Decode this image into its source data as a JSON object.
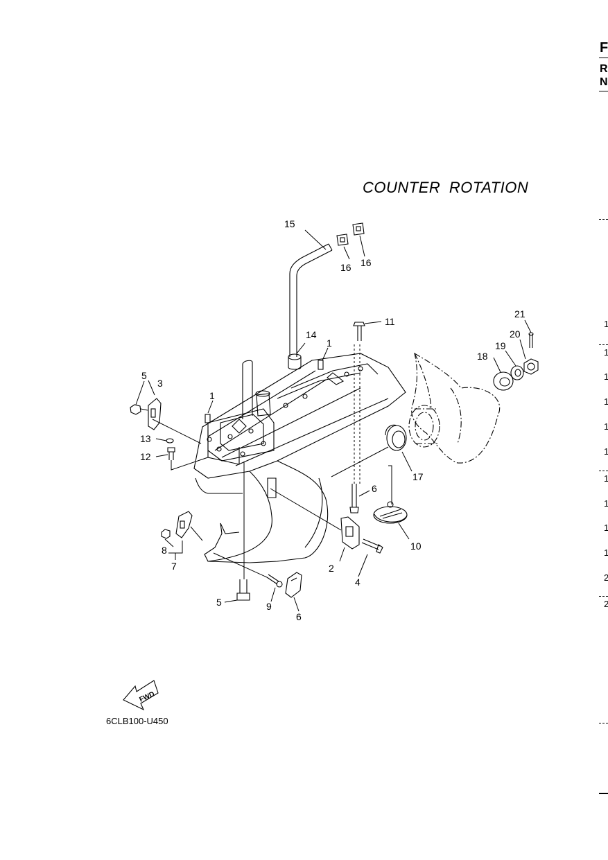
{
  "title": "COUNTER  ROTATION",
  "part_code": "6CLB100-U450",
  "fwd_label": "FWD",
  "edge_text": {
    "letters": [
      "F",
      "R",
      "N"
    ],
    "numbers": [
      "1",
      "1",
      "1",
      "1",
      "1",
      "1",
      "1",
      "1",
      "1",
      "1",
      "2",
      "2"
    ]
  },
  "callouts": [
    "15",
    "16",
    "16",
    "11",
    "14",
    "1",
    "21",
    "20",
    "19",
    "18",
    "5",
    "3",
    "1",
    "13",
    "12",
    "17",
    "6",
    "10",
    "8",
    "7",
    "2",
    "4",
    "5",
    "9",
    "6"
  ],
  "icons": {
    "fwd_arrow": "fwd-arrow-icon"
  }
}
